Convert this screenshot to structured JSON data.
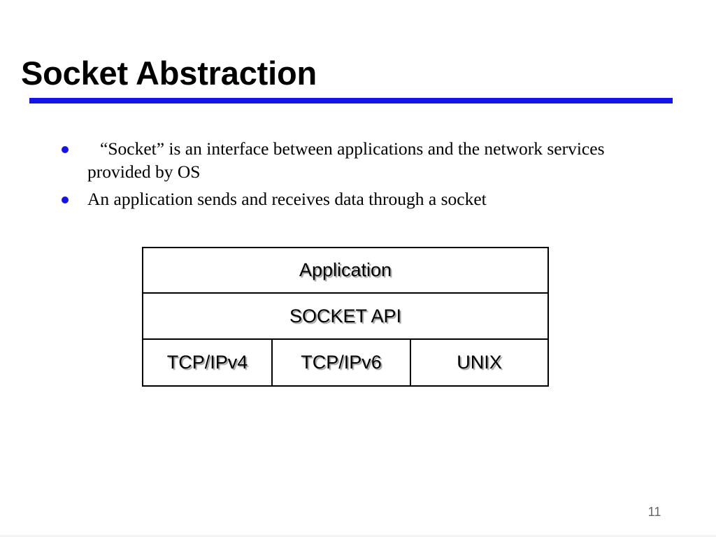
{
  "slide": {
    "title": "Socket Abstraction",
    "page_number": "11",
    "accent_color": "#1414e6",
    "background_color": "#ffffff",
    "text_color": "#000000",
    "page_number_color": "#666666"
  },
  "bullets": [
    {
      "marker": "bullet-dot",
      "text": "“Socket” is an interface between applications and the network services provided by OS"
    },
    {
      "marker": "bullet-dot",
      "text": "An application sends and receives data through a socket"
    }
  ],
  "diagram": {
    "type": "layered-stack-table",
    "rows": [
      {
        "cells": [
          {
            "label": "Application"
          }
        ]
      },
      {
        "cells": [
          {
            "label": "SOCKET API"
          }
        ]
      },
      {
        "cells": [
          {
            "label": "TCP/IPv4"
          },
          {
            "label": "TCP/IPv6"
          },
          {
            "label": "UNIX"
          }
        ]
      }
    ]
  }
}
